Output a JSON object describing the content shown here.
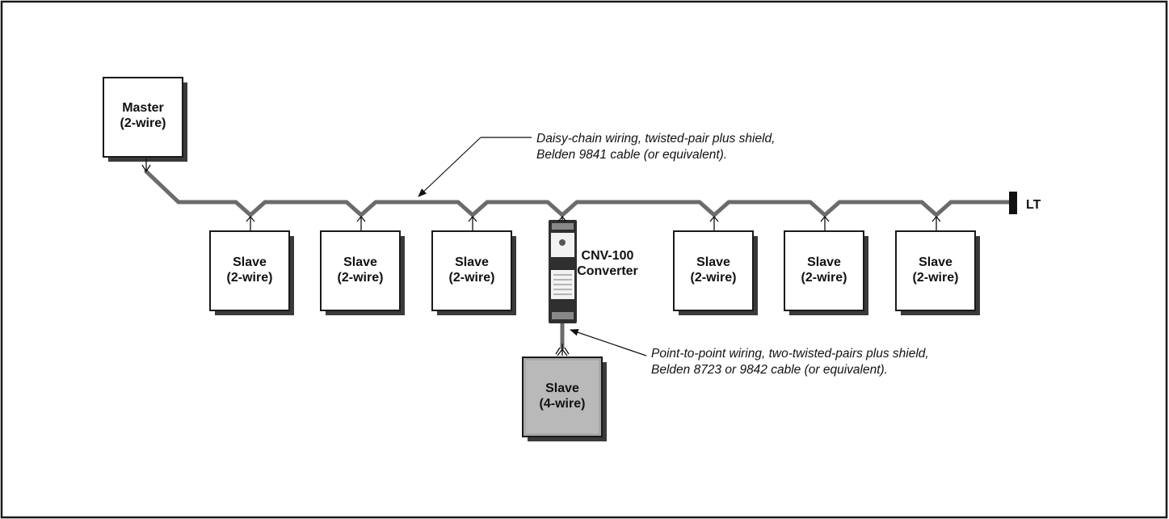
{
  "diagram": {
    "master": {
      "line1": "Master",
      "line2": "(2-wire)"
    },
    "slaves_two_wire": [
      {
        "line1": "Slave",
        "line2": "(2-wire)"
      },
      {
        "line1": "Slave",
        "line2": "(2-wire)"
      },
      {
        "line1": "Slave",
        "line2": "(2-wire)"
      },
      {
        "line1": "Slave",
        "line2": "(2-wire)"
      },
      {
        "line1": "Slave",
        "line2": "(2-wire)"
      },
      {
        "line1": "Slave",
        "line2": "(2-wire)"
      }
    ],
    "converter": {
      "line1": "CNV-100",
      "line2": "Converter"
    },
    "slave_four_wire": {
      "line1": "Slave",
      "line2": "(4-wire)"
    },
    "terminator": {
      "label": "LT"
    },
    "daisy_chain_note": {
      "line1": "Daisy-chain wiring, twisted-pair plus shield,",
      "line2": "Belden 9841 cable (or equivalent)."
    },
    "point_to_point_note": {
      "line1": "Point-to-point wiring, two-twisted-pairs plus shield,",
      "line2": "Belden 8723 or 9842 cable (or equivalent)."
    }
  }
}
